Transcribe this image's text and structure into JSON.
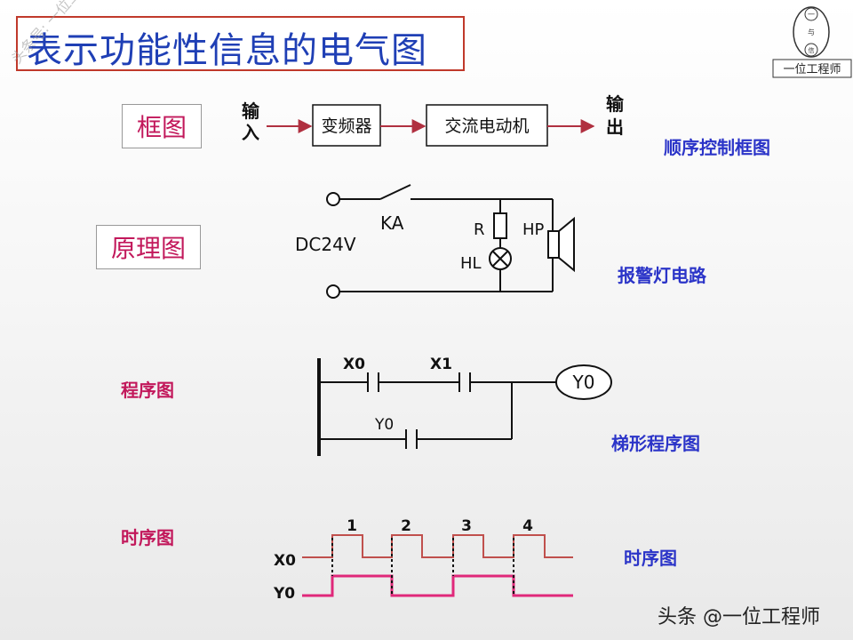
{
  "title": "表示功能性信息的电气图",
  "logo": {
    "caption": "一位工程师",
    "glyph_top": "一",
    "glyph_mid": "与",
    "glyph_bot": "信"
  },
  "side_watermark": "头条号: 一位工程师",
  "watermark": "头条 @一位工程师",
  "block_diagram": {
    "category": "框图",
    "input": "输入",
    "blocks": [
      "变频器",
      "交流电动机"
    ],
    "output": "输出",
    "caption": "顺序控制框图"
  },
  "schematic": {
    "category": "原理图",
    "source": "DC24V",
    "switch": "KA",
    "resistor": "R",
    "lamp": "HL",
    "horn": "HP",
    "caption": "报警灯电路"
  },
  "ladder": {
    "category": "程序图",
    "contacts": [
      "X0",
      "X1",
      "Y0"
    ],
    "coil": "Y0",
    "caption": "梯形程序图"
  },
  "timing": {
    "category": "时序图",
    "signals": [
      "X0",
      "Y0"
    ],
    "pulses": [
      "1",
      "2",
      "3",
      "4"
    ],
    "caption": "时序图"
  },
  "colors": {
    "title_text": "#1f3fb5",
    "title_border": "#c0392b",
    "category": "#c2185b",
    "caption": "#2b34c8",
    "arrow": "#b03040",
    "x0_wave": "#c0504d",
    "y0_wave": "#e0287a"
  }
}
